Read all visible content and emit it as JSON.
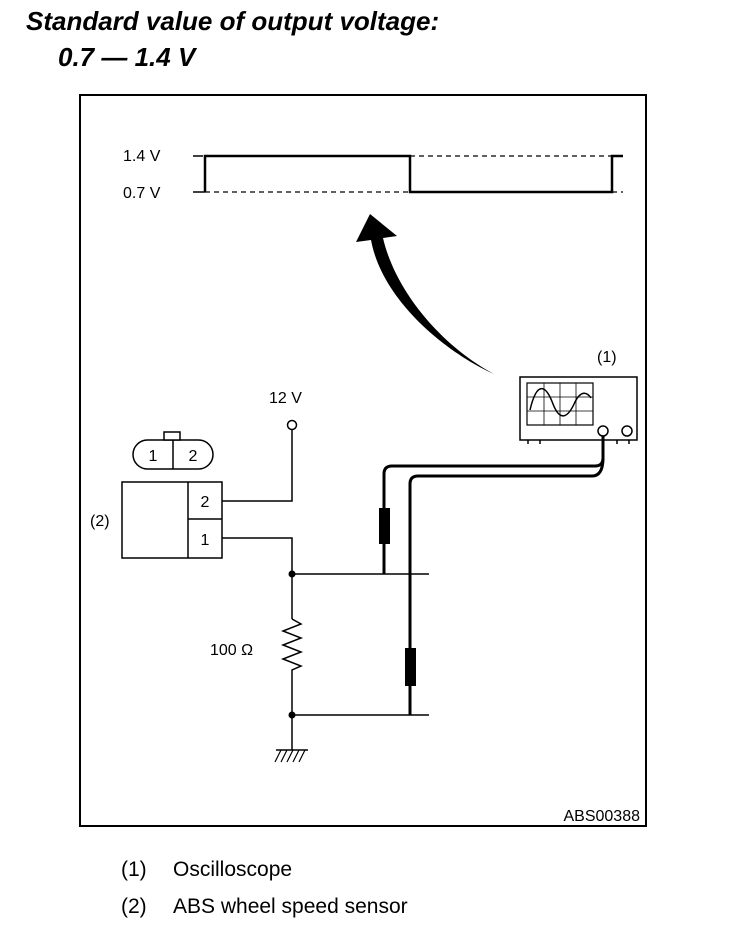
{
  "heading": {
    "line1": "Standard value of output voltage:",
    "line2": "0.7 — 1.4 V"
  },
  "waveform": {
    "high_label": "1.4 V",
    "low_label": "0.7 V"
  },
  "circuit": {
    "supply_label": "12 V",
    "resistor_label": "100 Ω",
    "connector_pins": [
      "1",
      "2"
    ],
    "sensor_terminal_top": "2",
    "sensor_terminal_bottom": "1"
  },
  "callouts": {
    "oscilloscope": "(1)",
    "sensor": "(2)"
  },
  "figure_code": "ABS00388",
  "legend": [
    {
      "number": "(1)",
      "label": "Oscilloscope"
    },
    {
      "number": "(2)",
      "label": "ABS wheel speed sensor"
    }
  ]
}
